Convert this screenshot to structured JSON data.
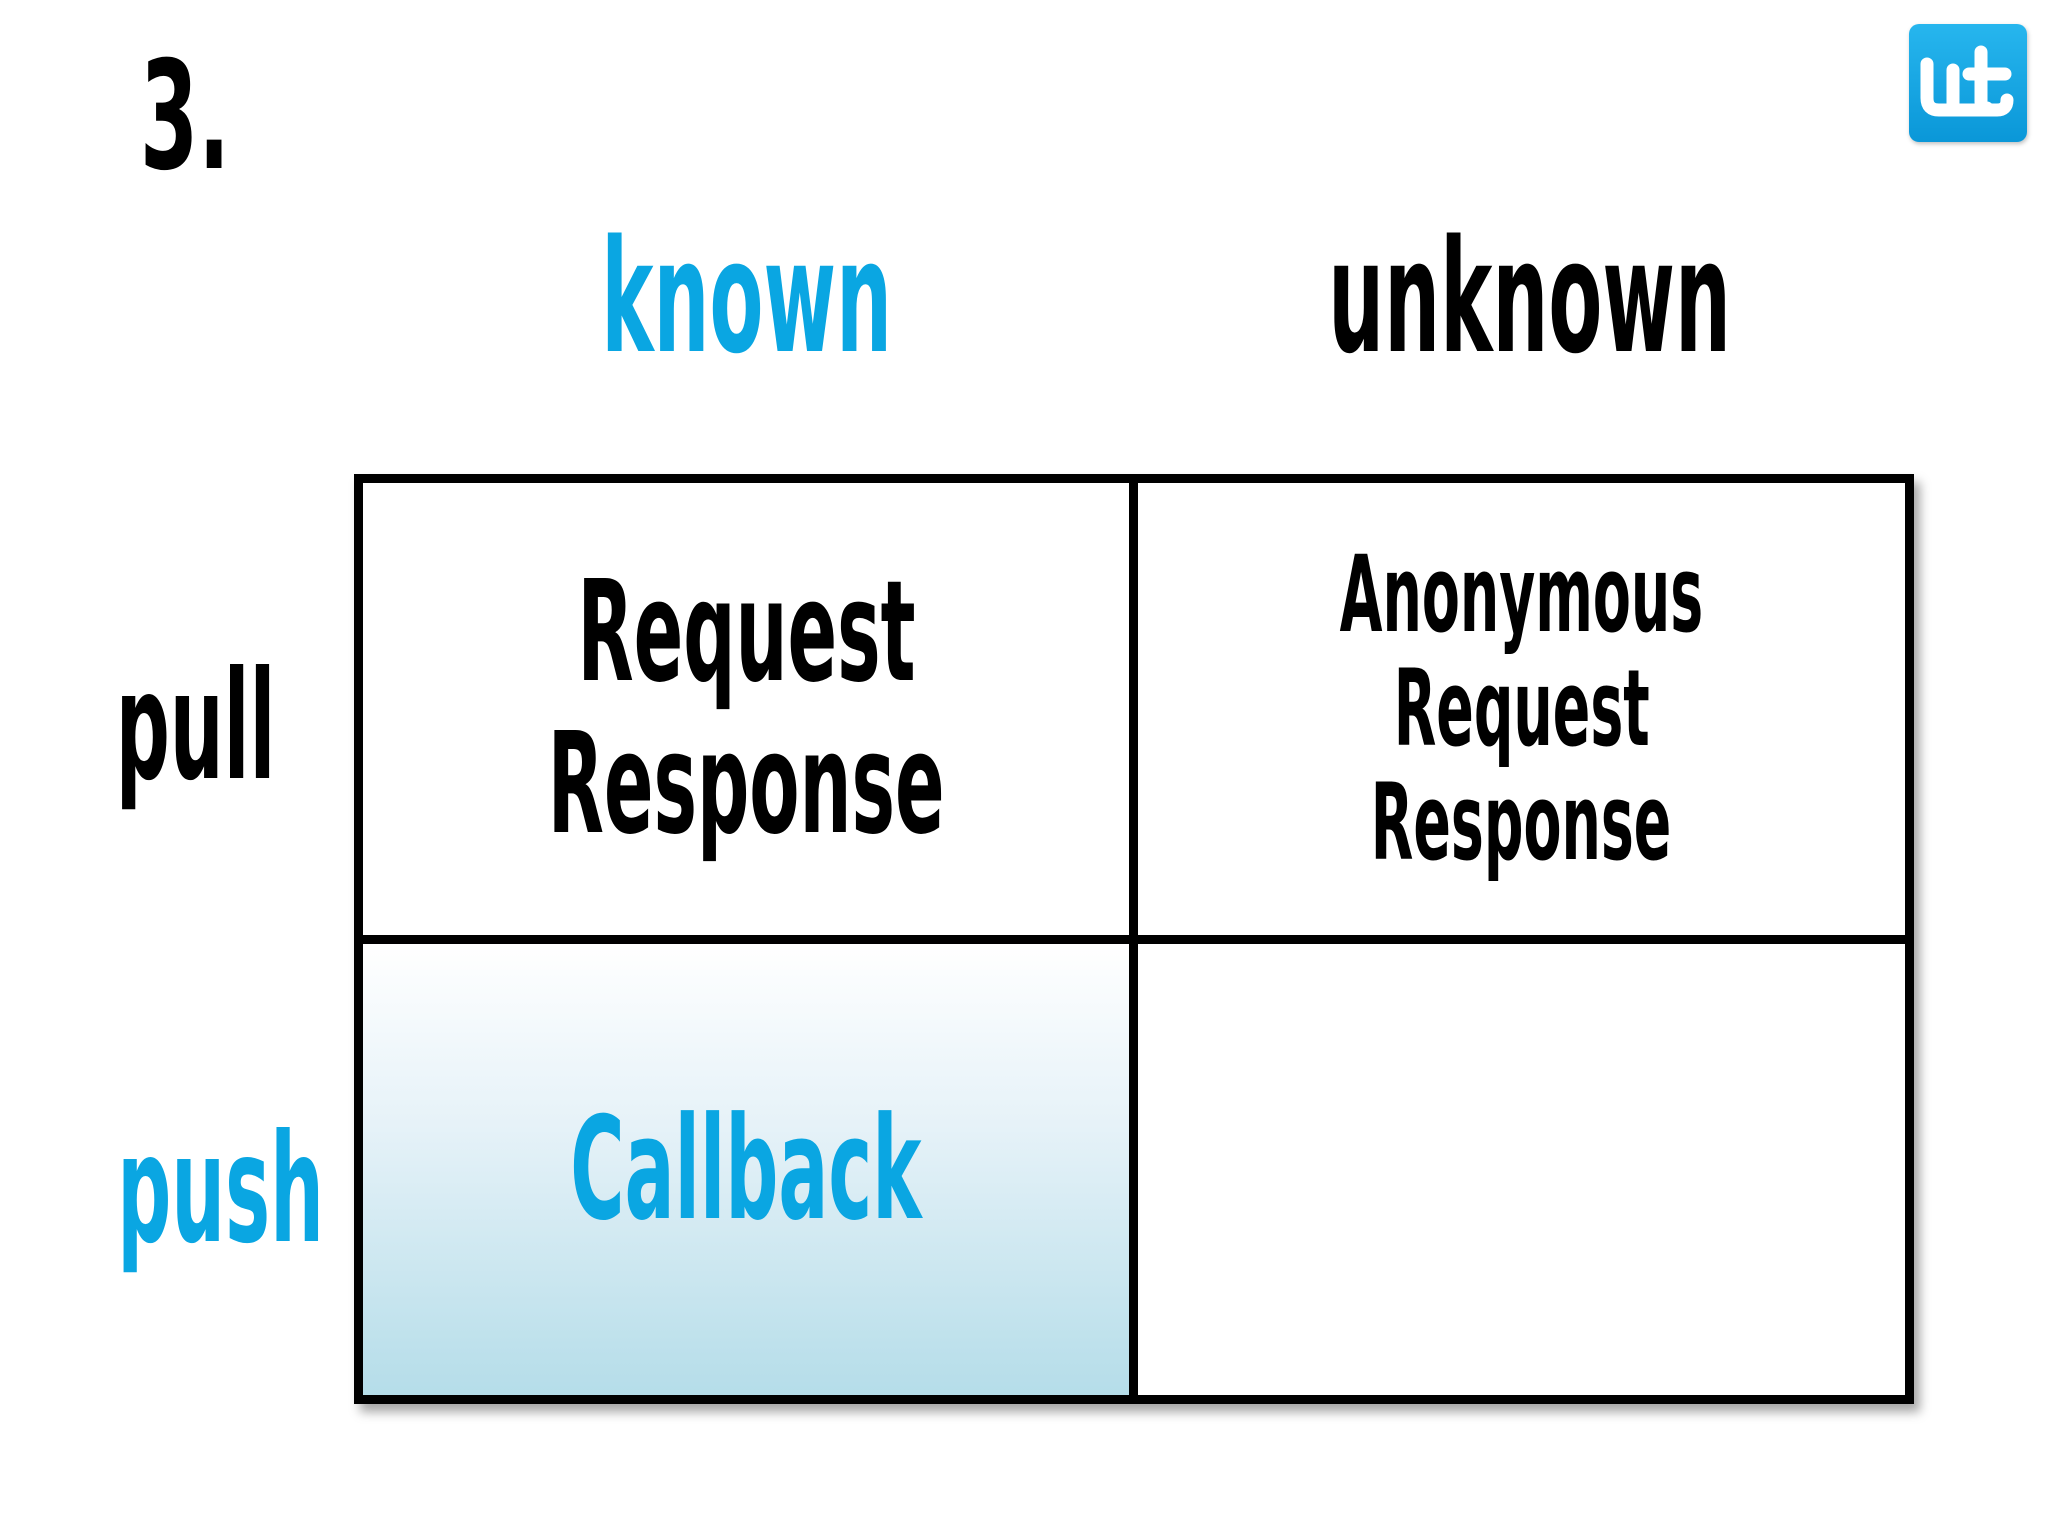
{
  "slide": {
    "number": "3."
  },
  "logo": {
    "icon": "wt-logo-icon",
    "color": "#1aa8e6"
  },
  "columns": {
    "known": "known",
    "unknown": "unknown"
  },
  "rows": {
    "pull": "pull",
    "push": "push"
  },
  "cells": {
    "known_pull": [
      "Request",
      "Response"
    ],
    "unknown_pull": [
      "Anonymous",
      "Request",
      "Response"
    ],
    "known_push": [
      "Callback"
    ],
    "unknown_push": []
  },
  "colors": {
    "accent": "#0aa6e2",
    "text": "#000000",
    "highlight_fill": "#b5dde9"
  }
}
